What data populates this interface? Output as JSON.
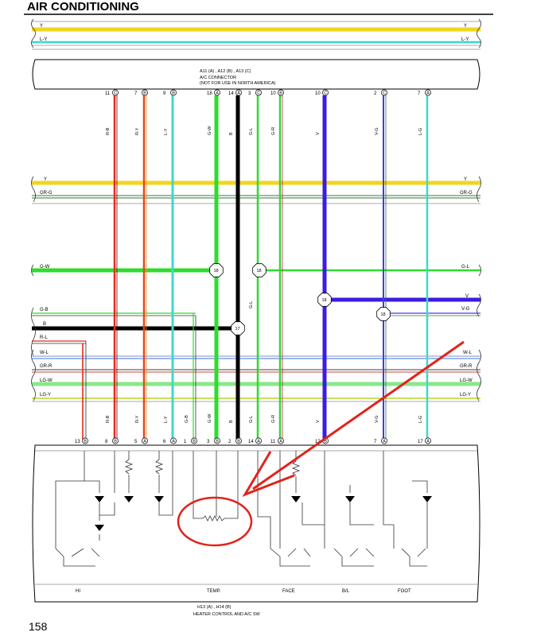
{
  "title": "AIR CONDITIONING",
  "page_number": "158",
  "colors": {
    "Y": "#f2d51e",
    "L-Y": "#3ad6cc",
    "R-B": "#e22c1c",
    "R-Y": "#e8461e",
    "L-Y_wire": "#40d8c8",
    "G-W": "#2edc2e",
    "B": "#000000",
    "G-L": "#2edc2e",
    "G-R": "#3ecf3e",
    "V": "#3a1de0",
    "V-G": "#3f3fe0",
    "L-G": "#40d8c8",
    "annotation": "#e0241c"
  },
  "connector": {
    "line1": "A11 (A) , A12 (B) , A13 (C)",
    "line2": "A/C CONNECTOR",
    "line3": "(NOT FOR USE IN NORTH AMERICA)"
  },
  "top_bus": {
    "left": [
      "Y",
      "L-Y"
    ],
    "right": [
      "Y",
      "L-Y"
    ]
  },
  "mid_bus": {
    "left": [
      "Y",
      "GR-G"
    ],
    "right": [
      "Y",
      "GR-G"
    ]
  },
  "bus_rows": {
    "left": [
      "G-W",
      "G-B",
      "B",
      "R-L",
      "W-L",
      "GR-R",
      "LG-W",
      "LG-Y"
    ],
    "right": [
      "G-L",
      "V",
      "V-G",
      "W-L",
      "GR-R",
      "LG-W",
      "LG-Y"
    ]
  },
  "top_pins": [
    {
      "n": "11",
      "c": "C"
    },
    {
      "n": "7",
      "c": "B"
    },
    {
      "n": "9",
      "c": "B"
    },
    {
      "n": "18",
      "c": "A"
    },
    {
      "n": "14",
      "c": "A"
    },
    {
      "n": "3",
      "c": "C"
    },
    {
      "n": "10",
      "c": "B"
    },
    {
      "n": "10",
      "c": "C"
    },
    {
      "n": "2",
      "c": "C"
    },
    {
      "n": "7",
      "c": "A"
    }
  ],
  "wire_labels_top": [
    "R-B",
    "R-Y",
    "L-Y",
    "G-W",
    "B",
    "G-L",
    "G-R",
    "V",
    "V-G",
    "L-G"
  ],
  "wire_labels_bottom": [
    "R-B",
    "R-Y",
    "L-Y",
    "G-B",
    "G-W",
    "B",
    "G-L",
    "G-R",
    "V",
    "V-G",
    "L-G"
  ],
  "wire_label_extra": "G-L",
  "splices": [
    "18",
    "18",
    "17",
    "18",
    "18"
  ],
  "bottom_pins": [
    {
      "n": "13",
      "c": "B"
    },
    {
      "n": "8",
      "c": "B"
    },
    {
      "n": "5",
      "c": "A"
    },
    {
      "n": "6",
      "c": "A"
    },
    {
      "n": "1",
      "c": "B"
    },
    {
      "n": "3",
      "c": "B"
    },
    {
      "n": "2",
      "c": "B"
    },
    {
      "n": "14",
      "c": "A"
    },
    {
      "n": "11",
      "c": "A"
    },
    {
      "n": "12",
      "c": "B"
    },
    {
      "n": "7",
      "c": "A"
    },
    {
      "n": "17",
      "c": "A"
    }
  ],
  "switch_labels": [
    "HI",
    "TEMP.",
    "FACE",
    "B/L",
    "FOOT"
  ],
  "heater": {
    "line1": "H13 (A) , H14 (B)",
    "line2": "HEATER CONTROL AND A/C SW"
  }
}
